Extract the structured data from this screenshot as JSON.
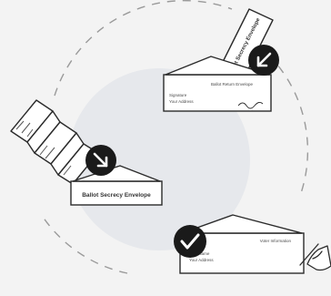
{
  "steps": [
    {
      "id": "step-1-fold-ballot",
      "envelope_label": "Ballot Secrecy Envelope",
      "status_icon": "arrow-down-right-icon"
    },
    {
      "id": "step-2-insert-envelope",
      "inserted_strip_label": "Ballot Secrecy Envelope",
      "envelope_name_line": "Signature",
      "envelope_address_line": "Your Address",
      "envelope_return_line": "Ballot Return Envelope",
      "status_icon": "arrow-down-left-icon"
    },
    {
      "id": "step-3-sign-and-seal",
      "envelope_name_line": "Your Name",
      "envelope_address_line": "Your Address",
      "envelope_return_line": "Voter Information",
      "status_icon": "check-icon"
    }
  ],
  "colors": {
    "background": "#f3f3f3",
    "circle_fill": "#e6e8ec",
    "dash": "#9a9a9a",
    "badge": "#1a1a1a",
    "line": "#2b2b2b",
    "paper": "#ffffff"
  }
}
